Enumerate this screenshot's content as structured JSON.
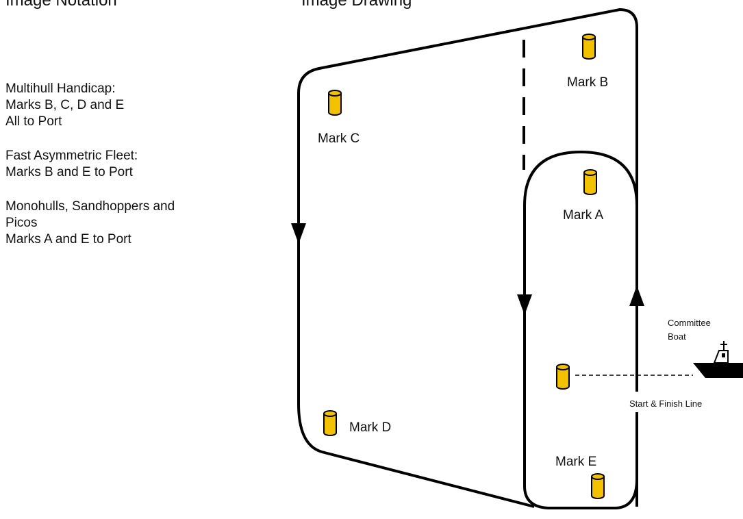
{
  "top_fragments": [
    "Image Notation",
    "Image Drawing"
  ],
  "legend": {
    "blocks": [
      {
        "lines": [
          "Multihull Handicap:",
          "Marks B, C, D and E",
          "All to Port"
        ]
      },
      {
        "lines": [
          "Fast Asymmetric Fleet:",
          "Marks B and E to Port"
        ]
      },
      {
        "lines": [
          "Monohulls, Sandhoppers and",
          "Picos",
          "Marks A and E to Port"
        ]
      }
    ]
  },
  "marks": {
    "a": "Mark A",
    "b": "Mark B",
    "c": "Mark C",
    "d": "Mark D",
    "e": "Mark E"
  },
  "committee_boat": {
    "line1": "Committee",
    "line2": "Boat"
  },
  "start_finish_label": "Start & Finish Line",
  "colors": {
    "buoy_fill": "#f2c200",
    "buoy_stroke": "#000000",
    "course_line": "#000000",
    "boat": "#000000"
  }
}
